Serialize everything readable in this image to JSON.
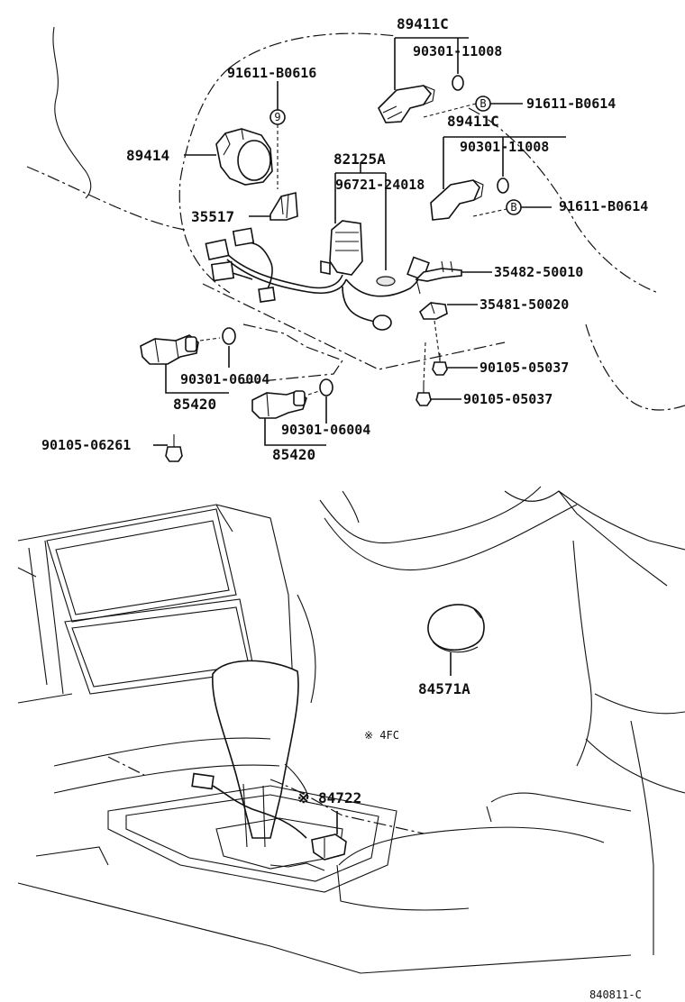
{
  "labels": {
    "p89411c_a": "89411C",
    "p90301_11008_a": "90301-11008",
    "p91611_b0616": "91611-B0616",
    "p91611_b0614_a": "91611-B0614",
    "p89411c_b": "89411C",
    "p90301_11008_b": "90301-11008",
    "p89414": "89414",
    "p82125a": "82125A",
    "p96721": "96721-24018",
    "p91611_b0614_b": "91611-B0614",
    "p35517": "35517",
    "p35482": "35482-50010",
    "p35481": "35481-50020",
    "p90301_06004_a": "90301-06004",
    "p85420_a": "85420",
    "p90105_05037_a": "90105-05037",
    "p90105_05037_b": "90105-05037",
    "p90301_06004_b": "90301-06004",
    "p90105_06261": "90105-06261",
    "p85420_b": "85420",
    "p84571a": "84571A",
    "p4fc": "※ 4FC",
    "p84722": "※ 84722",
    "drawing_no": "840811-C"
  },
  "symbols": {
    "nine": "9",
    "b": "B"
  },
  "icons": {
    "ring": "o-ring-icon",
    "washer": "washer-icon",
    "bolt": "bolt-icon"
  }
}
